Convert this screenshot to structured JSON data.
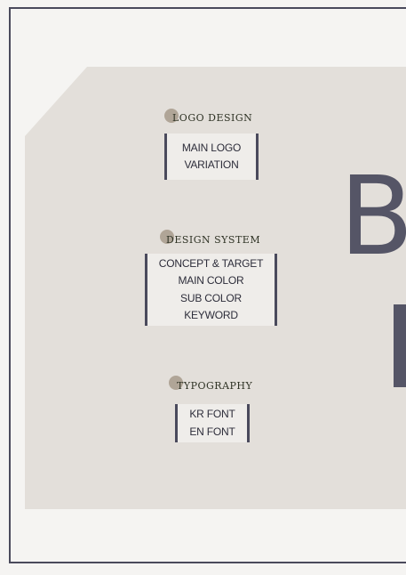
{
  "big_letter": "B",
  "sections": [
    {
      "heading": "LOGO DESIGN",
      "items": [
        "MAIN LOGO",
        "VARIATION"
      ]
    },
    {
      "heading": "DESIGN SYSTEM",
      "items": [
        "CONCEPT & TARGET",
        "MAIN COLOR",
        "SUB COLOR",
        "KEYWORD"
      ]
    },
    {
      "heading": "TYPOGRAPHY",
      "items": [
        "KR FONT",
        "EN FONT"
      ]
    }
  ],
  "colors": {
    "page_background": "#f5f4f2",
    "panel_background": "#e3dfda",
    "accent_dark": "#4a4a5c",
    "dot": "#b0a597"
  }
}
